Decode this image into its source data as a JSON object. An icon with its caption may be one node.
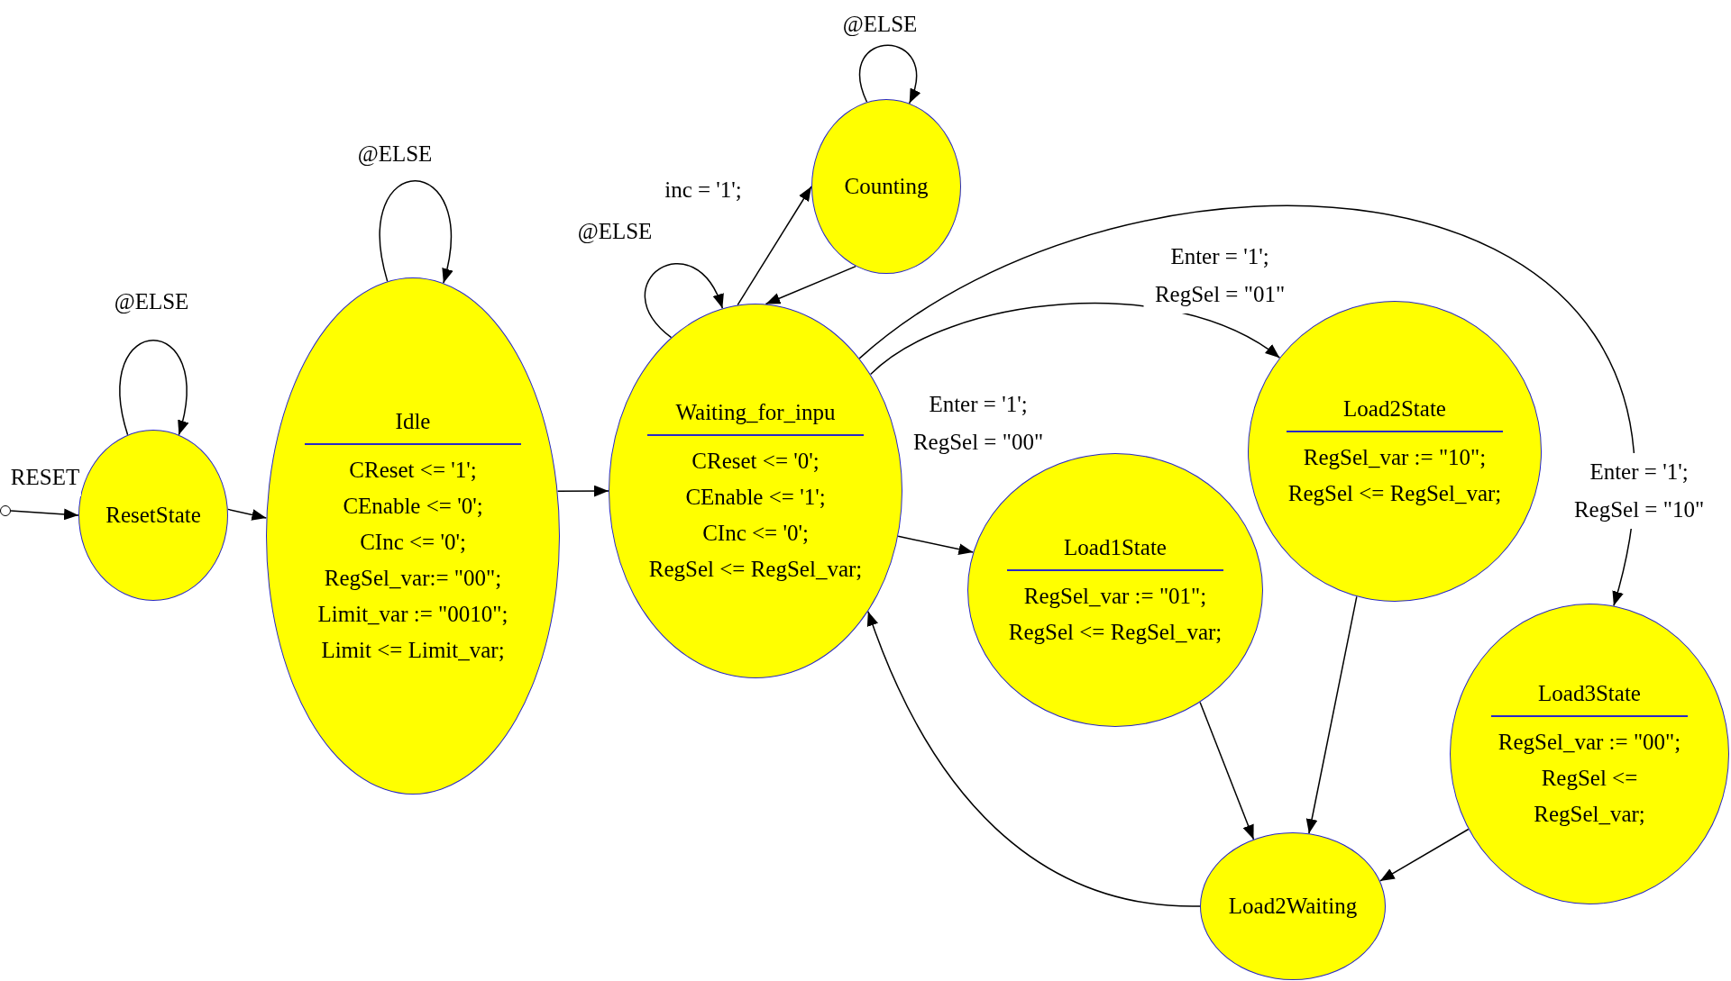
{
  "diagram": {
    "nodes": [
      {
        "text": [],
        "shape": "circle"
      },
      {
        "text": [
          "ResetState"
        ]
      },
      {
        "text": [
          "Idle",
          "CReset <= '1';",
          "CEnable <= '0';",
          "CInc <= '0';",
          "RegSel_var:= \"00\";",
          "Limit_var := \"0010\";",
          "Limit <= Limit_var;"
        ]
      },
      {
        "text": [
          "Waiting_for_inpu",
          "CReset <= '0';",
          "CEnable <= '1';",
          "CInc <= '0';",
          "RegSel <= RegSel_var;"
        ]
      },
      {
        "text": [
          "Counting"
        ]
      },
      {
        "text": [
          "Load1State",
          "RegSel_var := \"01\";",
          "RegSel <= RegSel_var;"
        ]
      },
      {
        "text": [
          "Load2State",
          "RegSel_var := \"10\";",
          "RegSel <= RegSel_var;"
        ]
      },
      {
        "text": [
          "Load3State",
          "RegSel_var := \"00\";",
          "RegSel <= RegSel_var;"
        ]
      },
      {
        "text": [
          "Load2Waiting"
        ]
      }
    ],
    "edges": [
      {
        "from": 0,
        "to": 1,
        "arrow": "to",
        "label": "RESET"
      },
      {
        "from": 1,
        "to": 1,
        "arrow": "to",
        "label": "@ELSE"
      },
      {
        "from": 1,
        "to": 2,
        "arrow": "to"
      },
      {
        "from": 2,
        "to": 2,
        "arrow": "to",
        "label": "@ELSE"
      },
      {
        "from": 2,
        "to": 3,
        "arrow": "to"
      },
      {
        "from": 3,
        "to": 3,
        "arrow": "to",
        "label": "@ELSE"
      },
      {
        "from": 3,
        "to": 4,
        "arrow": "to",
        "label": "inc = '1';"
      },
      {
        "from": 4,
        "to": 3,
        "arrow": "to"
      },
      {
        "from": 4,
        "to": 4,
        "arrow": "to",
        "label": "@ELSE"
      },
      {
        "from": 3,
        "to": 6,
        "arrow": "to",
        "label": "Enter = '1'; RegSel = \"01\""
      },
      {
        "from": 3,
        "to": 5,
        "arrow": "to",
        "label": "Enter = '1'; RegSel = \"00\""
      },
      {
        "from": 3,
        "to": 7,
        "arrow": "to",
        "label": "Enter = '1'; RegSel = \"10\""
      },
      {
        "from": 5,
        "to": 8,
        "arrow": "to"
      },
      {
        "from": 6,
        "to": 8,
        "arrow": "to"
      },
      {
        "from": 7,
        "to": 8,
        "arrow": "to"
      },
      {
        "from": 8,
        "to": 3,
        "arrow": "to"
      }
    ]
  }
}
